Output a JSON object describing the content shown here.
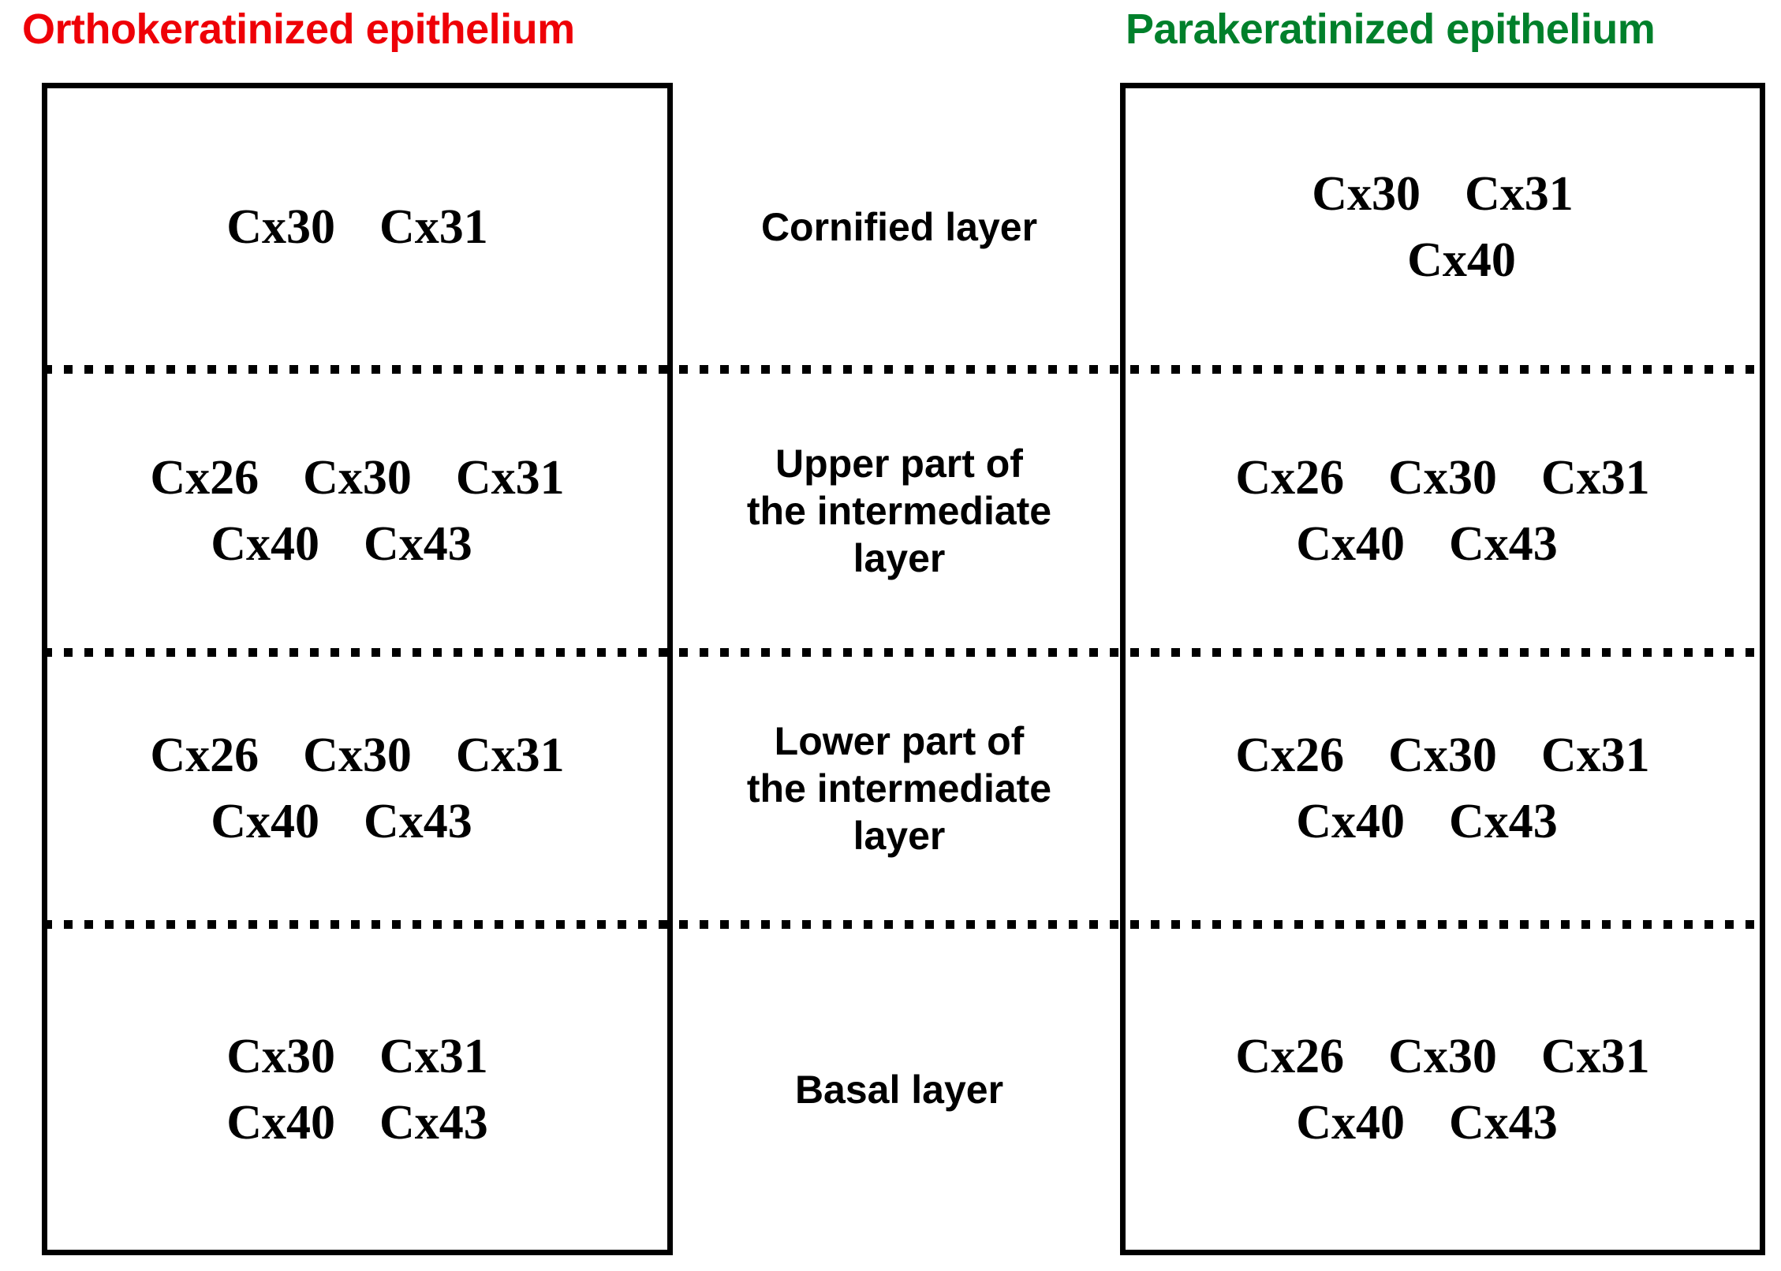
{
  "headers": {
    "left": "Orthokeratinized epithelium",
    "right": "Parakeratinized epithelium",
    "left_color": "#ee0007",
    "right_color": "#00802b"
  },
  "layers": [
    {
      "label": "Cornified layer",
      "ortho": {
        "line1": [
          "Cx30",
          "Cx31"
        ],
        "line2": []
      },
      "para": {
        "line1": [
          "Cx30",
          "Cx31"
        ],
        "line2": [
          "Cx40"
        ]
      }
    },
    {
      "label": "Upper part of the intermediate layer",
      "label_lines": [
        "Upper part of",
        "the intermediate",
        "layer"
      ],
      "ortho": {
        "line1": [
          "Cx26",
          "Cx30",
          "Cx31"
        ],
        "line2": [
          "Cx40",
          "Cx43"
        ]
      },
      "para": {
        "line1": [
          "Cx26",
          "Cx30",
          "Cx31"
        ],
        "line2": [
          "Cx40",
          "Cx43"
        ]
      }
    },
    {
      "label": "Lower part of the intermediate layer",
      "label_lines": [
        "Lower part of",
        "the intermediate",
        "layer"
      ],
      "ortho": {
        "line1": [
          "Cx26",
          "Cx30",
          "Cx31"
        ],
        "line2": [
          "Cx40",
          "Cx43"
        ]
      },
      "para": {
        "line1": [
          "Cx26",
          "Cx30",
          "Cx31"
        ],
        "line2": [
          "Cx40",
          "Cx43"
        ]
      }
    },
    {
      "label": "Basal layer",
      "ortho": {
        "line1": [
          "Cx30",
          "Cx31"
        ],
        "line2": [
          "Cx40",
          "Cx43"
        ]
      },
      "para": {
        "line1": [
          "Cx26",
          "Cx30",
          "Cx31"
        ],
        "line2": [
          "Cx40",
          "Cx43"
        ]
      }
    }
  ],
  "center_labels": {
    "cornified": "Cornified layer",
    "upper_1": "Upper part of",
    "upper_2": "the intermediate",
    "upper_3": "layer",
    "lower_1": "Lower part of",
    "lower_2": "the intermediate",
    "lower_3": "layer",
    "basal": "Basal layer"
  },
  "cells": {
    "ortho_cornified_l1_a": "Cx30",
    "ortho_cornified_l1_b": "Cx31",
    "para_cornified_l1_a": "Cx30",
    "para_cornified_l1_b": "Cx31",
    "para_cornified_l2_a": "Cx40",
    "ortho_upper_l1_a": "Cx26",
    "ortho_upper_l1_b": "Cx30",
    "ortho_upper_l1_c": "Cx31",
    "ortho_upper_l2_a": "Cx40",
    "ortho_upper_l2_b": "Cx43",
    "para_upper_l1_a": "Cx26",
    "para_upper_l1_b": "Cx30",
    "para_upper_l1_c": "Cx31",
    "para_upper_l2_a": "Cx40",
    "para_upper_l2_b": "Cx43",
    "ortho_lower_l1_a": "Cx26",
    "ortho_lower_l1_b": "Cx30",
    "ortho_lower_l1_c": "Cx31",
    "ortho_lower_l2_a": "Cx40",
    "ortho_lower_l2_b": "Cx43",
    "para_lower_l1_a": "Cx26",
    "para_lower_l1_b": "Cx30",
    "para_lower_l1_c": "Cx31",
    "para_lower_l2_a": "Cx40",
    "para_lower_l2_b": "Cx43",
    "ortho_basal_l1_a": "Cx30",
    "ortho_basal_l1_b": "Cx31",
    "ortho_basal_l2_a": "Cx40",
    "ortho_basal_l2_b": "Cx43",
    "para_basal_l1_a": "Cx26",
    "para_basal_l1_b": "Cx30",
    "para_basal_l1_c": "Cx31",
    "para_basal_l2_a": "Cx40",
    "para_basal_l2_b": "Cx43"
  }
}
